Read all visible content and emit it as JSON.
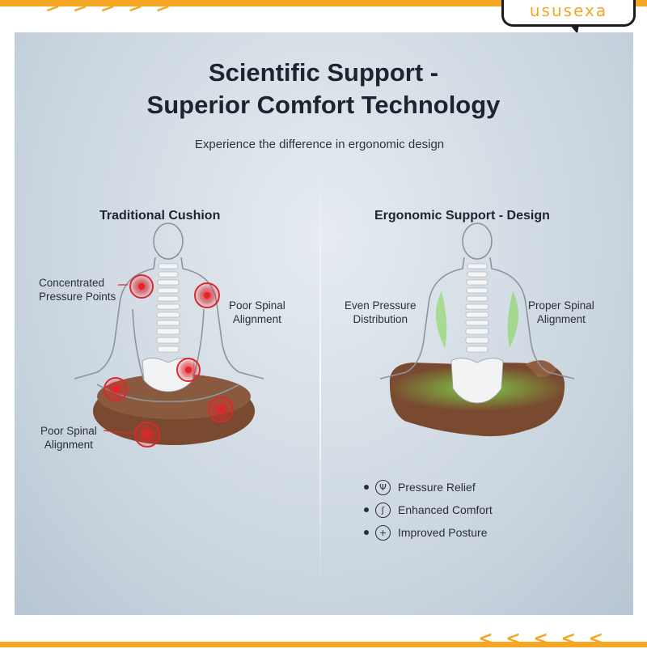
{
  "brand": {
    "name": "ususexa"
  },
  "header": {
    "title_line1": "Scientific Support -",
    "title_line2": "Superior Comfort Technology",
    "subtitle": "Experience the difference in ergonomic design"
  },
  "left": {
    "title": "Traditional Cushion",
    "labels": {
      "pressure_points": [
        "Concentrated",
        "Pressure Points"
      ],
      "poor_alignment_right": [
        "Poor Spinal",
        "Alignment"
      ],
      "poor_alignment_bottom": [
        "Poor Spinal",
        "Alignment"
      ]
    }
  },
  "right": {
    "title": "Ergonomic Support - Design",
    "labels": {
      "even_pressure": [
        "Even Pressure",
        "Distribution"
      ],
      "proper_alignment": [
        "Proper Spinal",
        "Alignment"
      ]
    }
  },
  "benefits": [
    {
      "label": "Pressure Relief",
      "icon": "Ψ"
    },
    {
      "label": "Enhanced Comfort",
      "icon": "ʃ"
    },
    {
      "label": "Improved Posture",
      "icon": "+"
    }
  ],
  "colors": {
    "accent": "#f5a623",
    "pressure_red": "#e0262b",
    "green_glow": "#7dd64a",
    "cushion_brown": "#7a4a30"
  }
}
